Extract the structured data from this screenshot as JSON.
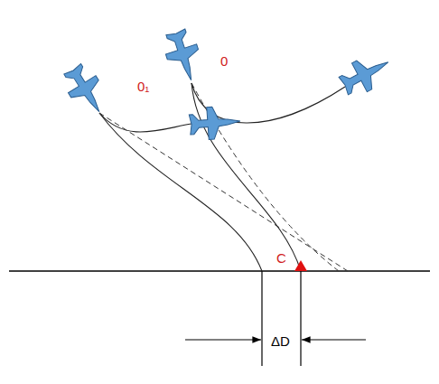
{
  "diagram": {
    "labels": [
      "0₁",
      "0",
      "C",
      "ΔD"
    ]
  }
}
